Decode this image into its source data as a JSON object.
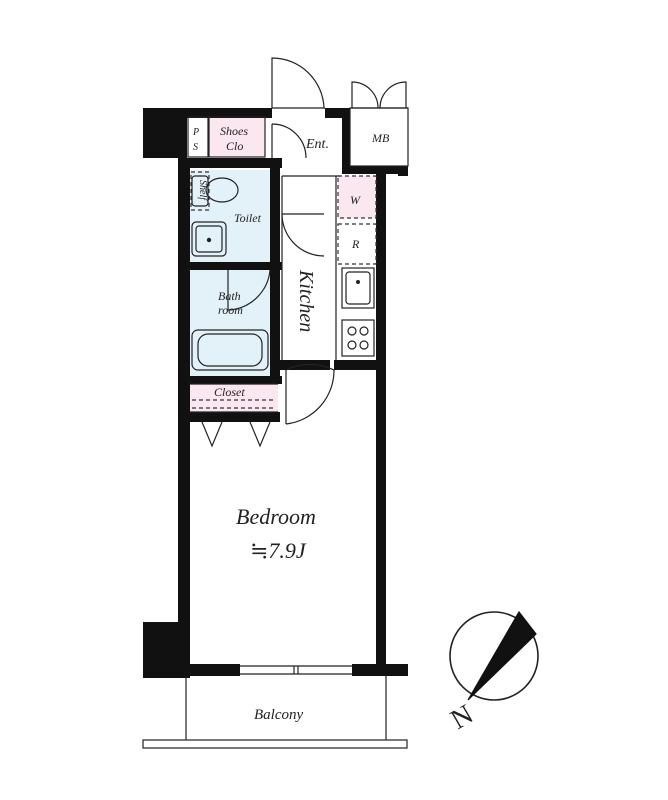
{
  "colors": {
    "wall": "#111111",
    "wet_area": "#e3f2f8",
    "storage": "#fbe7ef",
    "background": "#ffffff"
  },
  "rooms": {
    "entrance": "Ent.",
    "meter_box": "MB",
    "pipe_space_p": "P",
    "pipe_space_s": "S",
    "shoes_closet_line1": "Shoes",
    "shoes_closet_line2": "Clo",
    "toilet": "Toilet",
    "bathroom_line1": "Bath",
    "bathroom_line2": "room",
    "kitchen": "Kitchen",
    "washer": "W",
    "refrigerator": "R",
    "closet": "Closet",
    "bedroom": "Bedroom",
    "bedroom_size": "≒7.9J",
    "balcony": "Balcony",
    "shelf": "Shelf"
  },
  "compass": {
    "north_label": "N"
  }
}
